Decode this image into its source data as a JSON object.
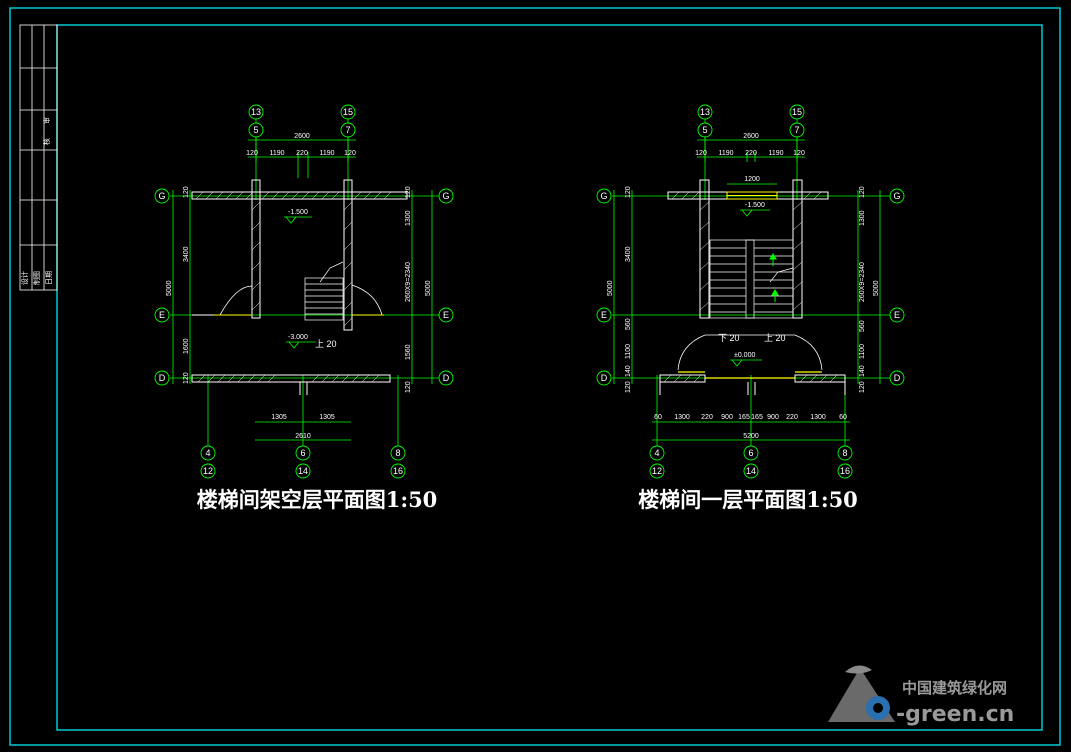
{
  "colors": {
    "frame": "#00c8d2",
    "dimension": "#00ff00",
    "wall": "#ffffff",
    "text": "#ffffff",
    "door": "#ffff00",
    "watermark": "#9a9a9a"
  },
  "plan1": {
    "title": "楼梯间架空层平面图1:50",
    "top_axes_outer": [
      "13",
      "15"
    ],
    "top_axes_inner": [
      "5",
      "7"
    ],
    "bottom_axes_inner": [
      "4",
      "6",
      "8"
    ],
    "bottom_axes_outer": [
      "12",
      "14",
      "16"
    ],
    "row_axes": [
      "G",
      "E",
      "D"
    ],
    "top_total": "2600",
    "top_dims": [
      "120",
      "1190",
      "220",
      "1190",
      "120"
    ],
    "left_dims": [
      "120",
      "3400",
      "1600",
      "120"
    ],
    "left_total": "5000",
    "right_dims": [
      "120",
      "1300",
      "260X9=2340",
      "1560",
      "120"
    ],
    "right_total": "5000",
    "bottom_dims": [
      "1305",
      "1305"
    ],
    "bottom_total": "2610",
    "level_upper": "-1.500",
    "level_lower": "-3.000",
    "up_label": "上 20"
  },
  "plan2": {
    "title": "楼梯间一层平面图1:50",
    "top_axes_outer": [
      "13",
      "15"
    ],
    "top_axes_inner": [
      "5",
      "7"
    ],
    "bottom_axes_inner": [
      "4",
      "6",
      "8"
    ],
    "bottom_axes_outer": [
      "12",
      "14",
      "16"
    ],
    "row_axes": [
      "G",
      "E",
      "D"
    ],
    "top_total": "2600",
    "top_dims": [
      "120",
      "1190",
      "220",
      "1190",
      "120"
    ],
    "window_width": "1200",
    "left_dims": [
      "120",
      "3400",
      "560",
      "1100",
      "140",
      "120"
    ],
    "left_total": "5000",
    "right_dims": [
      "120",
      "1300",
      "260X9=2340",
      "560",
      "1100",
      "140",
      "120"
    ],
    "right_total": "5000",
    "bottom_dims": [
      "60",
      "1300",
      "220",
      "900",
      "165",
      "165",
      "900",
      "220",
      "1300",
      "60"
    ],
    "bottom_total": "5200",
    "level_upper": "-1.500",
    "level_lower": "±0.000",
    "down_label": "下 20",
    "up_label": "上 20"
  },
  "title_block": {
    "cells": [
      "审",
      "核",
      "设计",
      "制图",
      "日期"
    ]
  },
  "watermark": {
    "cn": "中国建筑绿化网",
    "en": "-green.cn"
  }
}
